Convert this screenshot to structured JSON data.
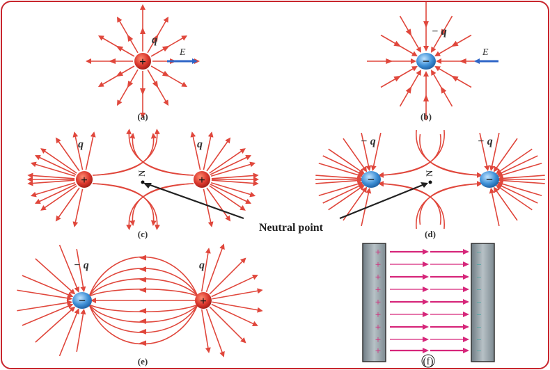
{
  "colors": {
    "frame": "#c8262e",
    "field_line": "#e0473c",
    "positive_charge": "#d9362c",
    "negative_charge": "#3d8fd6",
    "e_vector": "#2f66c7",
    "plate_arrow": "#d6267a",
    "plate": "#8e9aa0"
  },
  "panels": {
    "a": {
      "caption": "(a)",
      "charge_label": "q",
      "charge_sign": "+",
      "vector_label": "E"
    },
    "b": {
      "caption": "(b)",
      "charge_label": "− q",
      "charge_sign": "−",
      "vector_label": "E"
    },
    "c": {
      "caption": "(c)",
      "left_label": "q",
      "right_label": "q",
      "neutral_label": "N",
      "charge_sign": "+"
    },
    "d": {
      "caption": "(d)",
      "left_label": "− q",
      "right_label": "− q",
      "neutral_label": "N",
      "charge_sign": "−"
    },
    "e": {
      "caption": "(e)",
      "left_label": "− q",
      "right_label": "q",
      "neg_sign": "−",
      "pos_sign": "+"
    },
    "f": {
      "caption": "(f)",
      "left_plate_sign": "+",
      "right_plate_sign": "−"
    }
  },
  "neutral_point_label": "Neutral point"
}
